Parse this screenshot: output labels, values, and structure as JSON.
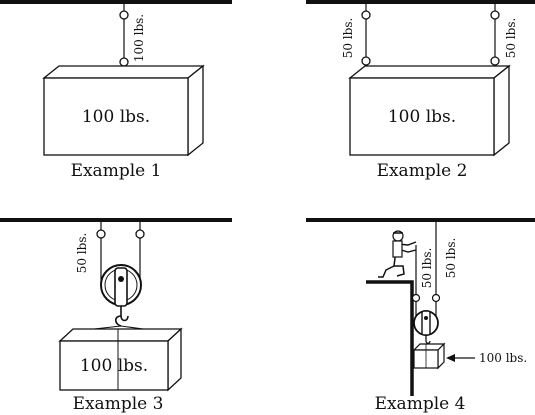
{
  "diagrams": [
    {
      "caption": "Example 1",
      "box_weight": "100 lbs.",
      "rope_label": "100 lbs."
    },
    {
      "caption": "Example 2",
      "box_weight": "100 lbs.",
      "rope_left_label": "50 lbs.",
      "rope_right_label": "50 lbs."
    },
    {
      "caption": "Example 3",
      "box_weight": "100 lbs.",
      "rope_label": "50 lbs."
    },
    {
      "caption": "Example 4",
      "weight_callout": "100 lbs.",
      "rope_left_label": "50 lbs.",
      "rope_right_label": "50 lbs."
    }
  ]
}
